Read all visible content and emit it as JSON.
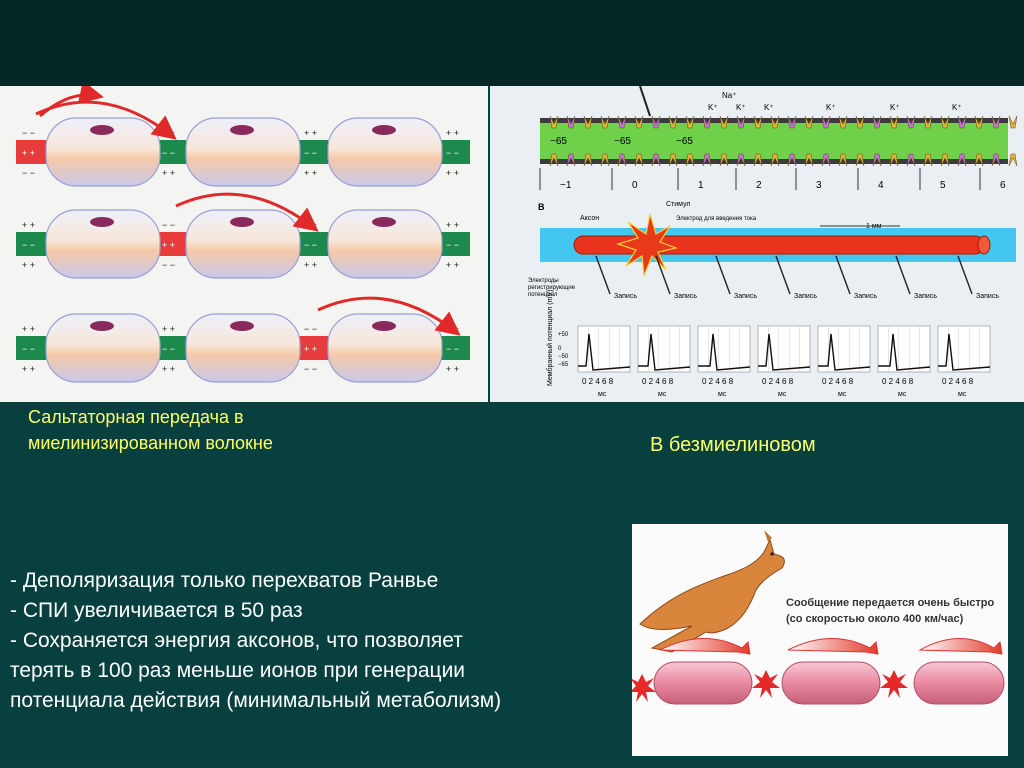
{
  "captions": {
    "saltatory_line1": "Сальтаторная передача в",
    "saltatory_line2": "миелинизированном волокне",
    "unmyelinated": "В безмиелиновом"
  },
  "bullets": [
    "- Деполяризация только перехватов Ранвье",
    "- СПИ увеличивается в 50 раз",
    "- Сохраняется энергия аксонов, что позволяет",
    "терять в 100 раз меньше ионов при генерации",
    "потенциала действия (минимальный метаболизм)"
  ],
  "diagram_right": {
    "ions": {
      "na": "Na⁺",
      "k": "K⁺"
    },
    "voltages": [
      "−65",
      "−65",
      "−65"
    ],
    "positions": [
      "−1",
      "0",
      "1",
      "2",
      "3",
      "4",
      "5",
      "6"
    ],
    "section_label": "В",
    "stimulus": "Стимул",
    "axon": "Аксон",
    "current_electrode": "Электрод для введения тока",
    "scale": "1 мм",
    "recording": "Запись",
    "recording_electrodes": "Электроды регистрирующие потенциал",
    "membrane_potential": "Мембранный потенциал (mV)",
    "time_ticks": "0 2 4 6 8",
    "time_unit": "мс",
    "y_ticks": [
      "+50",
      "0",
      "−50",
      "−65"
    ]
  },
  "kangaroo": {
    "line1": "Сообщение передается очень быстро",
    "line2": "(со скоростью около 400 км/час)"
  },
  "colors": {
    "background": "#07403f",
    "caption": "#ffff66",
    "text": "#ffffff"
  }
}
